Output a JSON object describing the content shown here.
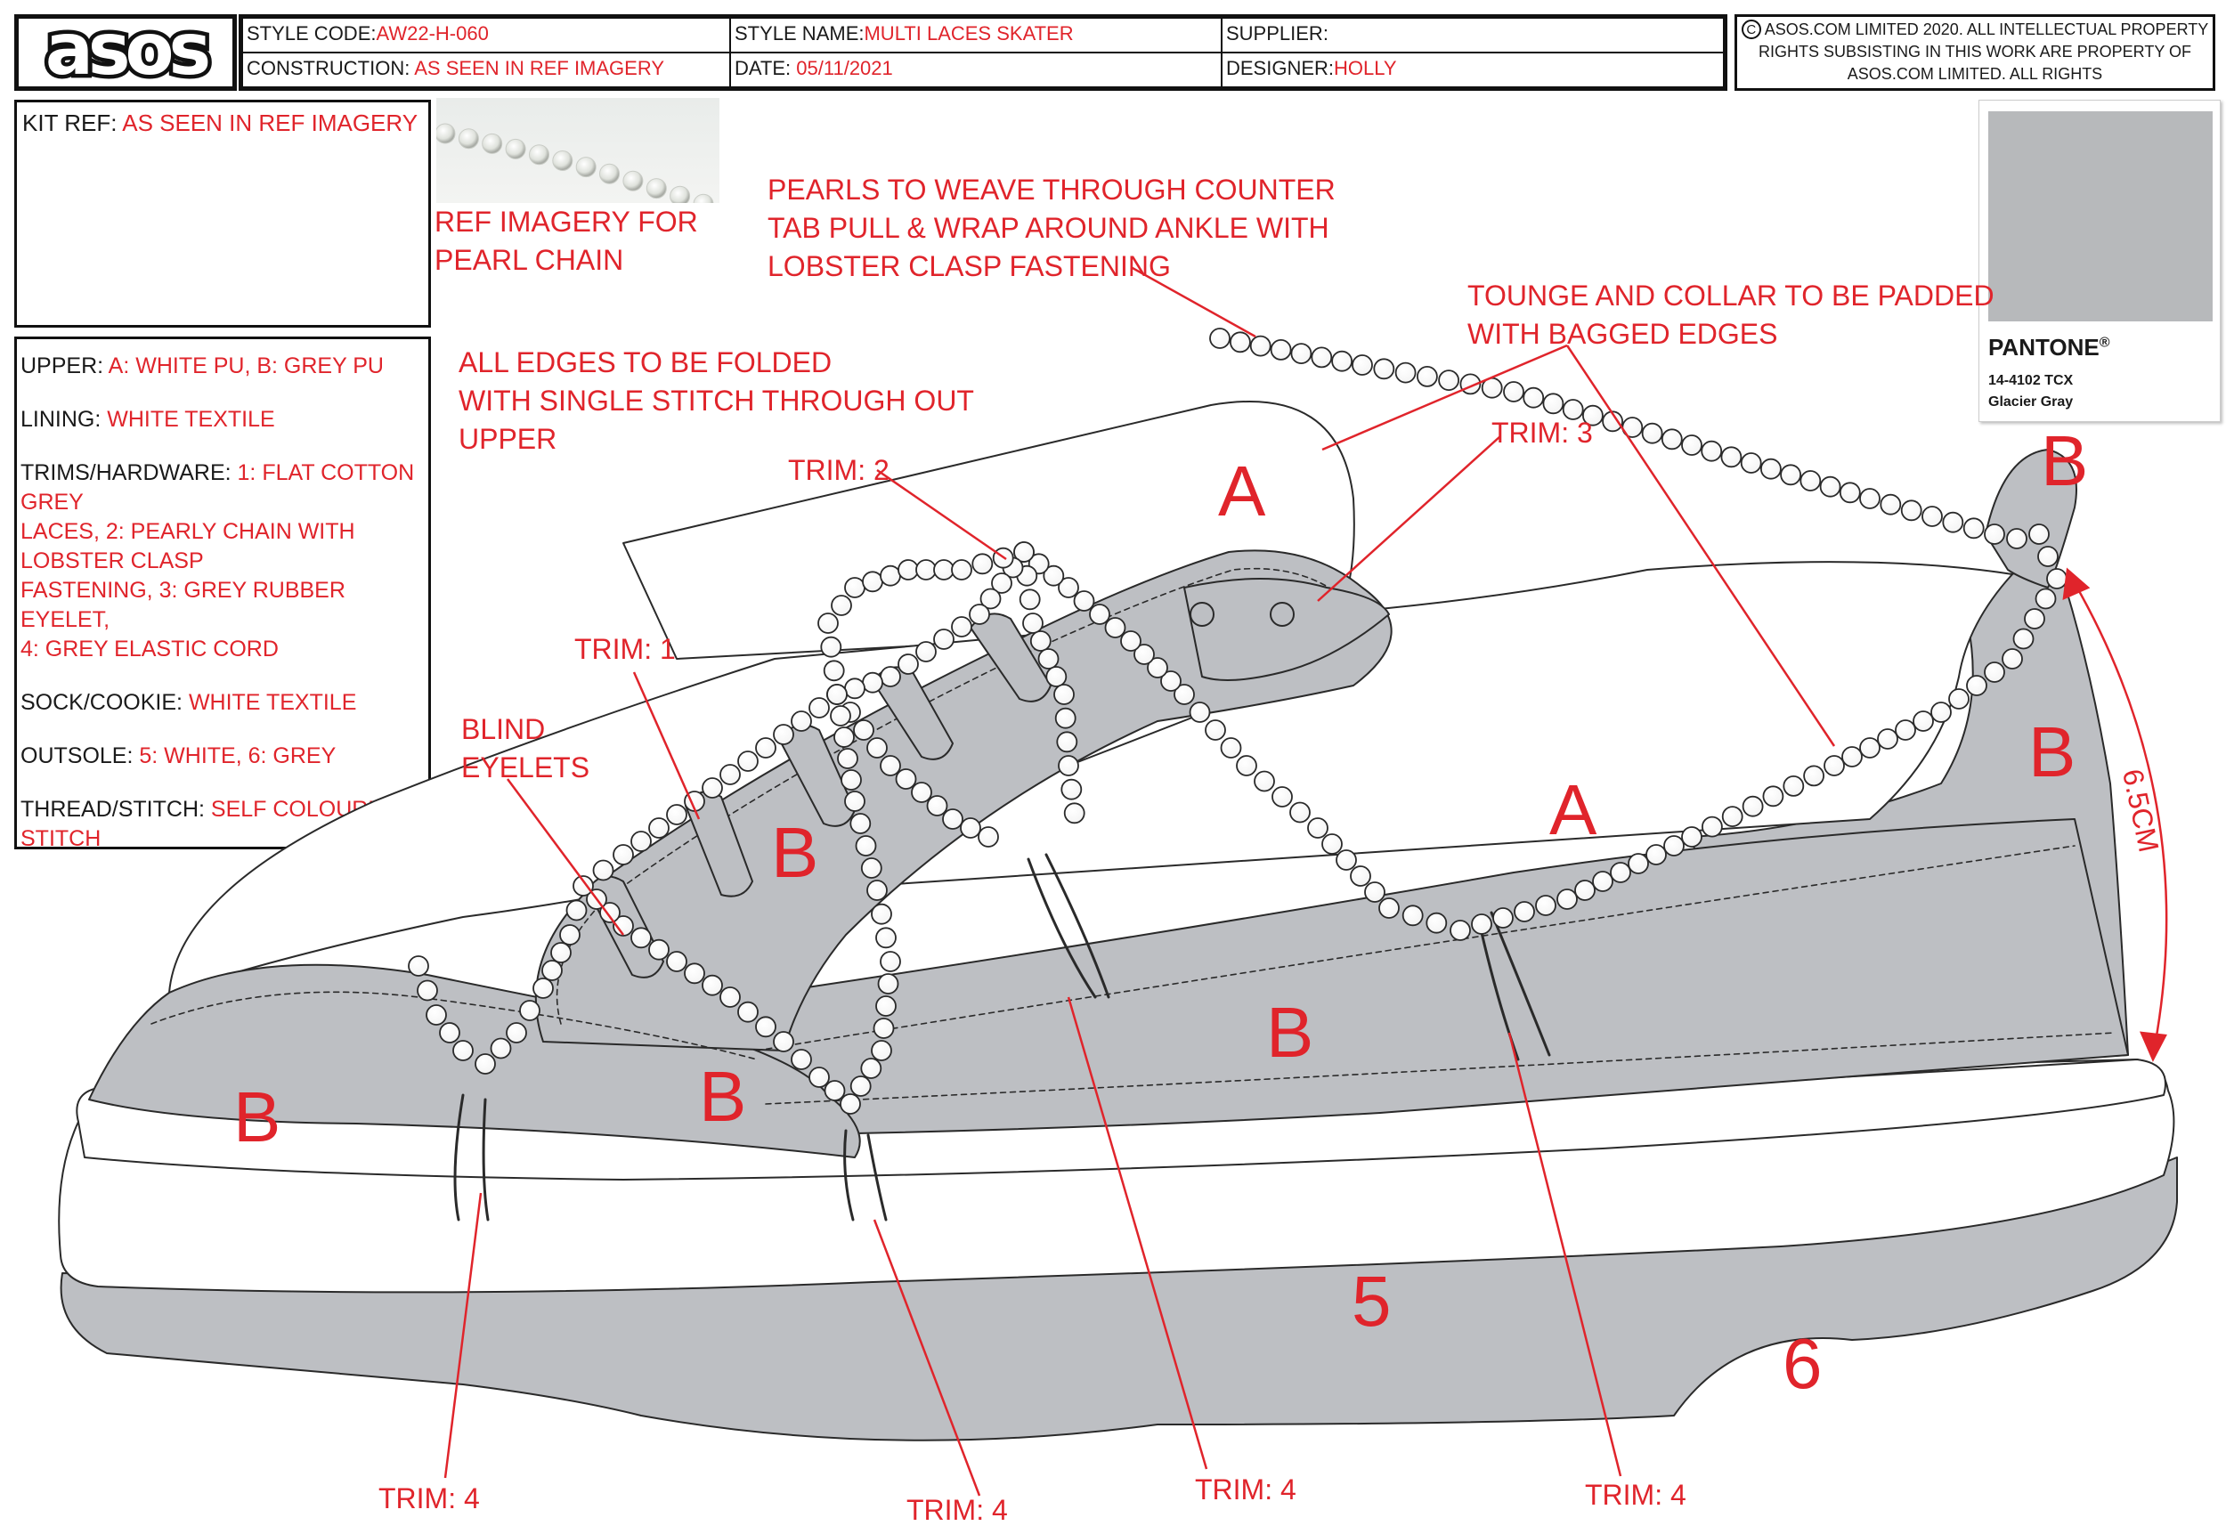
{
  "brand": {
    "logo": "asos"
  },
  "header": {
    "style_code_label": "STYLE CODE:",
    "style_code": "AW22-H-060",
    "construction_label": "CONSTRUCTION:",
    "construction": "AS SEEN IN REF IMAGERY",
    "style_name_label": "STYLE NAME:",
    "style_name": "MULTI LACES SKATER",
    "date_label": "DATE:",
    "date": "05/11/2021",
    "supplier_label": "SUPPLIER:",
    "supplier": "",
    "designer_label": "DESIGNER:",
    "designer": "HOLLY"
  },
  "copyright": {
    "symbol": "C",
    "line1": "ASOS.COM LIMITED 2020. ALL INTELLECTUAL PROPERTY",
    "line2": "RIGHTS SUBSISTING IN THIS WORK ARE PROPERTY OF",
    "line3": "ASOS.COM LIMITED. ALL RIGHTS"
  },
  "kit_ref": {
    "label": "KIT REF:",
    "value": "AS SEEN IN REF IMAGERY"
  },
  "ref_imagery": {
    "line1": "REF IMAGERY FOR",
    "line2": "PEARL CHAIN"
  },
  "spec": {
    "upper_label": "UPPER:",
    "upper": "A: WHITE PU, B: GREY PU",
    "lining_label": "LINING:",
    "lining": "WHITE TEXTILE",
    "trims_label": "TRIMS/HARDWARE:",
    "trims_1": "1: FLAT COTTON GREY",
    "trims_2": "LACES, 2: PEARLY CHAIN WITH LOBSTER CLASP",
    "trims_3": "FASTENING, 3: GREY RUBBER EYELET,",
    "trims_4": "4: GREY ELASTIC CORD",
    "sock_label": "SOCK/COOKIE:",
    "sock": "WHITE TEXTILE",
    "outsole_label": "OUTSOLE:",
    "outsole": "5: WHITE, 6: GREY",
    "thread_label": "THREAD/STITCH:",
    "thread_1": "SELF COLOURED",
    "thread_2": "STITCH"
  },
  "notes": {
    "pearls_1": "PEARLS TO WEAVE THROUGH COUNTER",
    "pearls_2": "TAB PULL & WRAP AROUND ANKLE WITH",
    "pearls_3": "LOBSTER CLASP FASTENING",
    "edges_1": "ALL EDGES TO BE FOLDED",
    "edges_2": "WITH SINGLE STITCH THROUGH OUT",
    "edges_3": "UPPER",
    "tongue_1": "TOUNGE AND COLLAR TO BE PADDED",
    "tongue_2": "WITH BAGGED EDGES",
    "blind_1": "BLIND",
    "blind_2": "EYELETS",
    "trim_1": "TRIM: 1",
    "trim_2": "TRIM: 2",
    "trim_3": "TRIM: 3",
    "trim_4": "TRIM: 4",
    "measure": "6.5CM"
  },
  "part_letters": {
    "a": "A",
    "b": "B",
    "five": "5",
    "six": "6"
  },
  "pantone": {
    "brand": "PANTONE",
    "reg": "®",
    "code": "14-4102 TCX",
    "name": "Glacier Gray",
    "color": "#b7b9bb"
  },
  "colors": {
    "red": "#e0242b",
    "grey_pu": "#bdbfc3",
    "outline": "#2a2a2a"
  }
}
